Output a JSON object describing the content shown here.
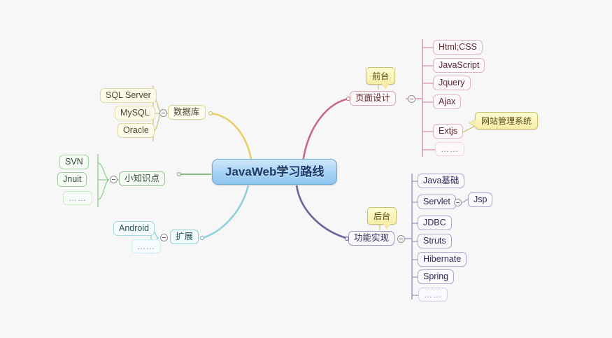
{
  "app": {
    "type": "mindmap",
    "background": "#f7f7f7"
  },
  "root": {
    "label": "JavaWeb学习路线",
    "color": "#8ec6f0",
    "text_color": "#1b3a6b"
  },
  "branches": [
    {
      "id": "database",
      "label": "数据库",
      "color": "#d8b83a",
      "line_color": "#e8cf6a",
      "toggle": "collapse",
      "children": [
        {
          "label": "SQL Server"
        },
        {
          "label": "MySQL"
        },
        {
          "label": "Oracle"
        }
      ]
    },
    {
      "id": "tips",
      "label": "小知识点",
      "color": "#6aa96a",
      "line_color": "#7fb97f",
      "toggle": "collapse",
      "children": [
        {
          "label": "SVN"
        },
        {
          "label": "Jnuit"
        },
        {
          "label": "……"
        }
      ]
    },
    {
      "id": "extend",
      "label": "扩展",
      "color": "#67b7c4",
      "line_color": "#8fd2dc",
      "toggle": "collapse",
      "children": [
        {
          "label": "Android"
        },
        {
          "label": "……"
        }
      ]
    },
    {
      "id": "pagedesign",
      "label": "页面设计",
      "color": "#c0566e",
      "line_color": "#c8697f",
      "toggle": "collapse",
      "callout": {
        "label": "前台",
        "position": "above"
      },
      "children": [
        {
          "label": "Html;CSS"
        },
        {
          "label": "JavaScript"
        },
        {
          "label": "Jquery"
        },
        {
          "label": "Ajax"
        },
        {
          "label": "Extjs",
          "callout": {
            "label": "网站管理系统",
            "position": "upper-right"
          }
        },
        {
          "label": "……"
        }
      ]
    },
    {
      "id": "function",
      "label": "功能实现",
      "color": "#5a558f",
      "line_color": "#6b669c",
      "toggle": "collapse",
      "callout": {
        "label": "后台",
        "position": "above"
      },
      "children": [
        {
          "label": "Java基础"
        },
        {
          "label": "Servlet",
          "toggle": "collapse",
          "children": [
            {
              "label": "Jsp"
            }
          ]
        },
        {
          "label": "JDBC"
        },
        {
          "label": "Struts"
        },
        {
          "label": "Hibernate"
        },
        {
          "label": "Spring"
        },
        {
          "label": "……"
        }
      ]
    }
  ]
}
